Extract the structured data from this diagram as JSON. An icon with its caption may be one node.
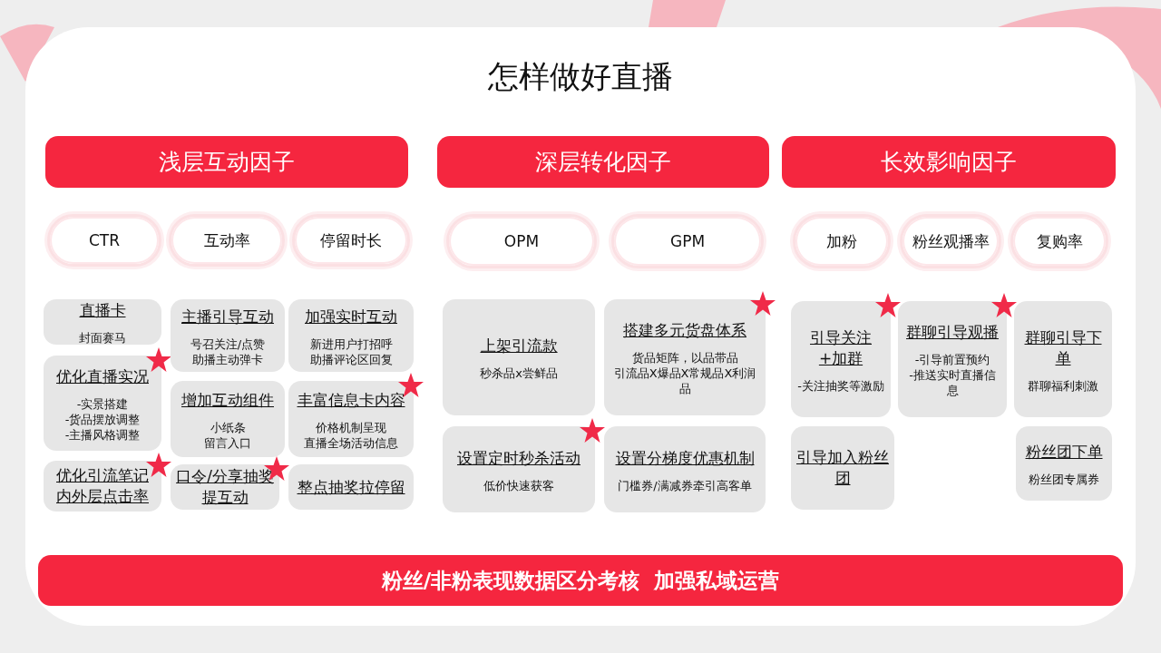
{
  "diagram": {
    "title": "怎样做好直播",
    "nodes": [
      {
        "text": [
          "浅层互动因子"
        ]
      },
      {
        "text": [
          "深层转化因子"
        ]
      },
      {
        "text": [
          "长效影响因子"
        ]
      },
      {
        "text": [
          "CTR"
        ]
      },
      {
        "text": [
          "互动率"
        ]
      },
      {
        "text": [
          "停留时长"
        ]
      },
      {
        "text": [
          "OPM"
        ]
      },
      {
        "text": [
          "GPM"
        ]
      },
      {
        "text": [
          "加粉"
        ]
      },
      {
        "text": [
          "粉丝观播率"
        ]
      },
      {
        "text": [
          "复购率"
        ]
      },
      {
        "text": [
          "直播卡",
          "封面赛马"
        ]
      },
      {
        "text": [
          "优化直播实况",
          "-实景搭建",
          "-货品摆放调整",
          "-主播风格调整"
        ]
      },
      {
        "text": [
          "优化引流笔记内外层点击率"
        ]
      },
      {
        "text": [
          "主播引导互动",
          "号召关注/点赞",
          "助播主动弹卡"
        ]
      },
      {
        "text": [
          "增加互动组件",
          "小纸条",
          "留言入口"
        ]
      },
      {
        "text": [
          "口令/分享抽奖提互动"
        ]
      },
      {
        "text": [
          "加强实时互动",
          "新进用户打招呼",
          "助播评论区回复"
        ]
      },
      {
        "text": [
          "丰富信息卡内容",
          "价格机制呈现",
          "直播全场活动信息"
        ]
      },
      {
        "text": [
          "整点抽奖拉停留"
        ]
      },
      {
        "text": [
          "上架引流款",
          "秒杀品x尝鲜品"
        ]
      },
      {
        "text": [
          "搭建多元货盘体系",
          "货品矩阵，以品带品",
          "引流品X爆品X常规品X利润品"
        ]
      },
      {
        "text": [
          "设置定时秒杀活动",
          "低价快速获客"
        ]
      },
      {
        "text": [
          "设置分梯度优惠机制",
          "门槛券/满减券牵引高客单"
        ]
      },
      {
        "text": [
          "引导关注+加群",
          "-关注抽奖等激励"
        ]
      },
      {
        "text": [
          "群聊引导观播",
          "-引导前置预约",
          "-推送实时直播信息"
        ]
      },
      {
        "text": [
          "群聊引导下单",
          "群聊福利刺激"
        ]
      },
      {
        "text": [
          "引导加入粉丝团"
        ]
      },
      {
        "text": [
          "粉丝团下单",
          "粉丝团专属券"
        ]
      },
      {
        "text": [
          "粉丝/非粉表现数据区分考核  加强私域运营"
        ]
      }
    ]
  }
}
